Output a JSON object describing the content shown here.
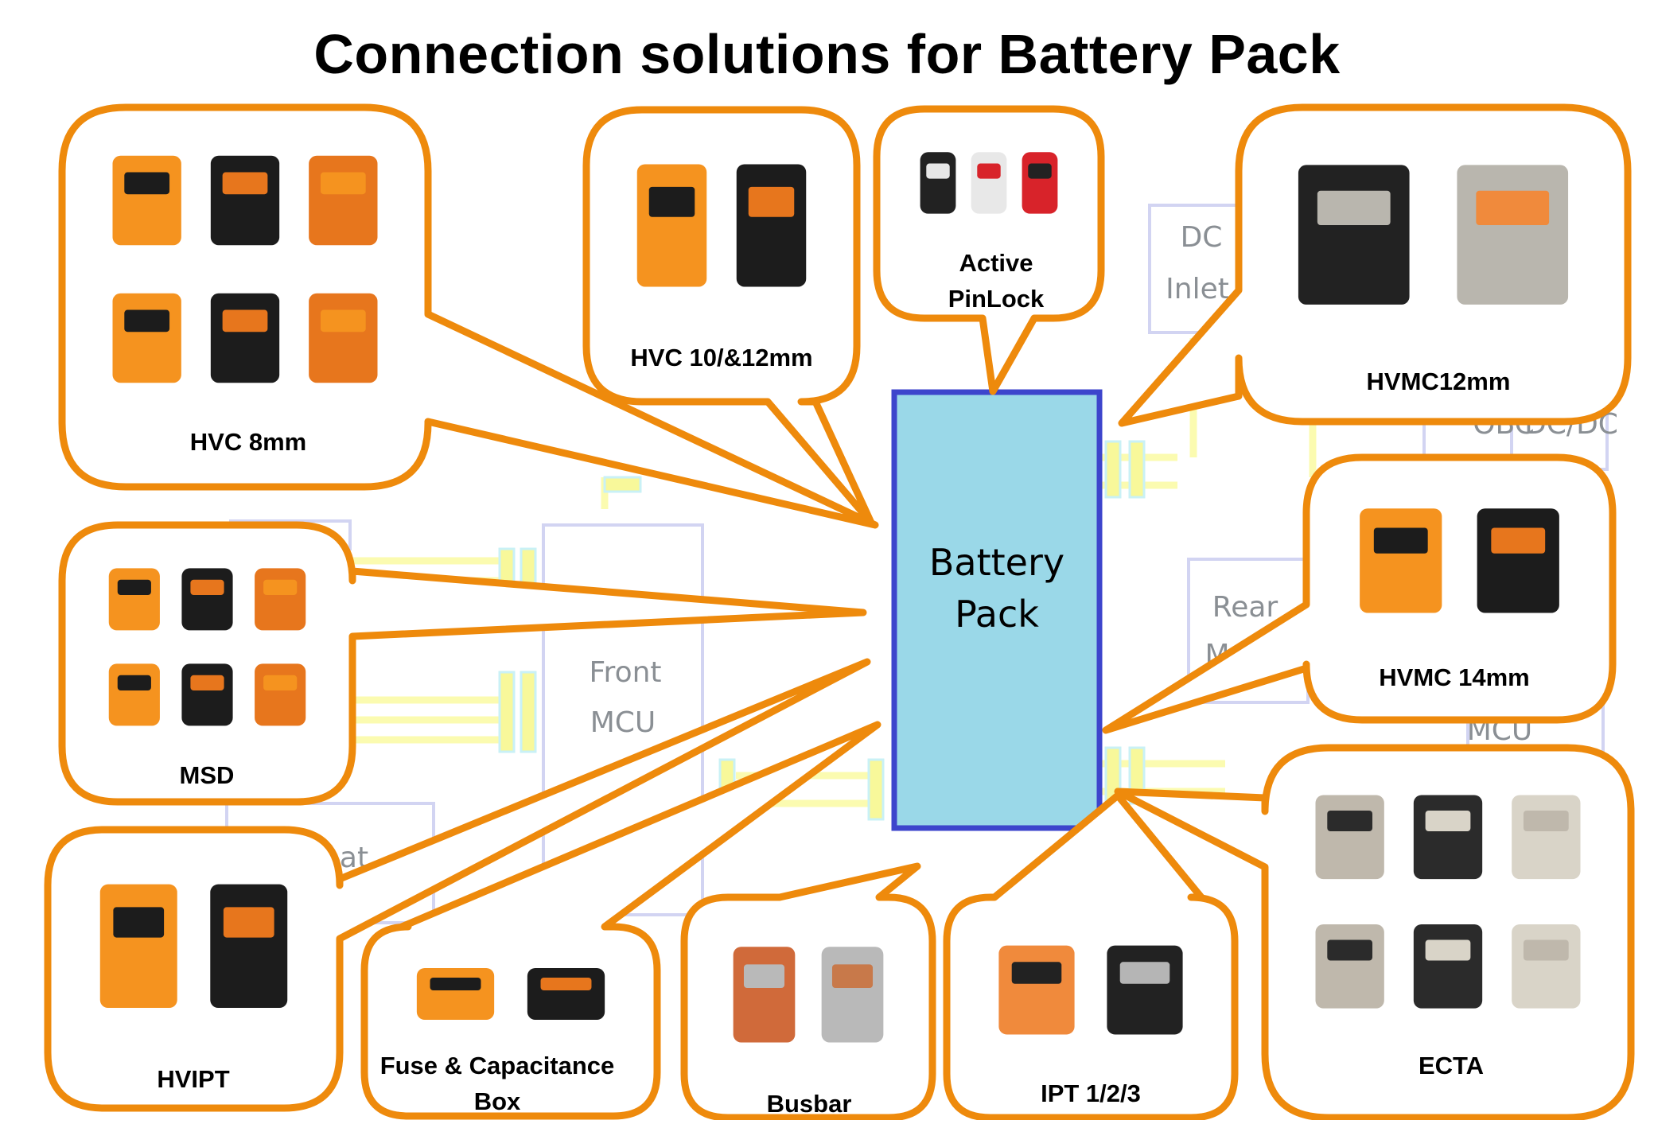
{
  "title": "Connection solutions for Battery Pack",
  "center": {
    "label_line1": "Battery",
    "label_line2": "Pack",
    "fill": "#9ad8e8",
    "border": "#3d45cc"
  },
  "accent_color": "#ee8a0c",
  "background_diagram": {
    "boxes": [
      {
        "label_line1": "DC",
        "label_line2": "Inlet"
      },
      {
        "label_line1": "Front",
        "label_line2": "MCU"
      },
      {
        "label_line1": "Rear",
        "label_line2": "M"
      },
      {
        "label_line1": "OBC",
        "label_line2": ""
      },
      {
        "label_line1": "DC/DC",
        "label_line2": ""
      },
      {
        "label_line1": "MCU",
        "label_line2": ""
      },
      {
        "label_line1": "at",
        "label_line2": ""
      }
    ]
  },
  "callouts": [
    {
      "id": "hvc8",
      "label_line1": "HVC 8mm",
      "label_line2": "",
      "image": "orange-hv-connectors-photo"
    },
    {
      "id": "hvc1012",
      "label_line1": "HVC 10/&12mm",
      "label_line2": "",
      "image": "orange-black-2pin-connectors-photo"
    },
    {
      "id": "pinlock",
      "label_line1": "Active",
      "label_line2": "PinLock",
      "image": "pinlock-connectors-photo"
    },
    {
      "id": "hvmc12",
      "label_line1": "HVMC12mm",
      "label_line2": "",
      "image": "shielded-hv-connectors-photo"
    },
    {
      "id": "hvmc14",
      "label_line1": "HVMC 14mm",
      "label_line2": "",
      "image": "hvmc-14mm-connector-photo"
    },
    {
      "id": "msd",
      "label_line1": "MSD",
      "label_line2": "",
      "image": "manual-service-disconnect-photo"
    },
    {
      "id": "hvipt",
      "label_line1": "HVIPT",
      "label_line2": "",
      "image": "hvipt-connector-photo"
    },
    {
      "id": "fuse",
      "label_line1": "Fuse & Capacitance",
      "label_line2": "Box",
      "image": "fuse-box-photo"
    },
    {
      "id": "busbar",
      "label_line1": "Busbar",
      "label_line2": "",
      "image": "busbar-photo"
    },
    {
      "id": "ipt",
      "label_line1": "IPT 1/2/3",
      "label_line2": "",
      "image": "ipt-passthrough-photo"
    },
    {
      "id": "ecta",
      "label_line1": "ECTA",
      "label_line2": "",
      "image": "circular-connectors-photo"
    }
  ]
}
